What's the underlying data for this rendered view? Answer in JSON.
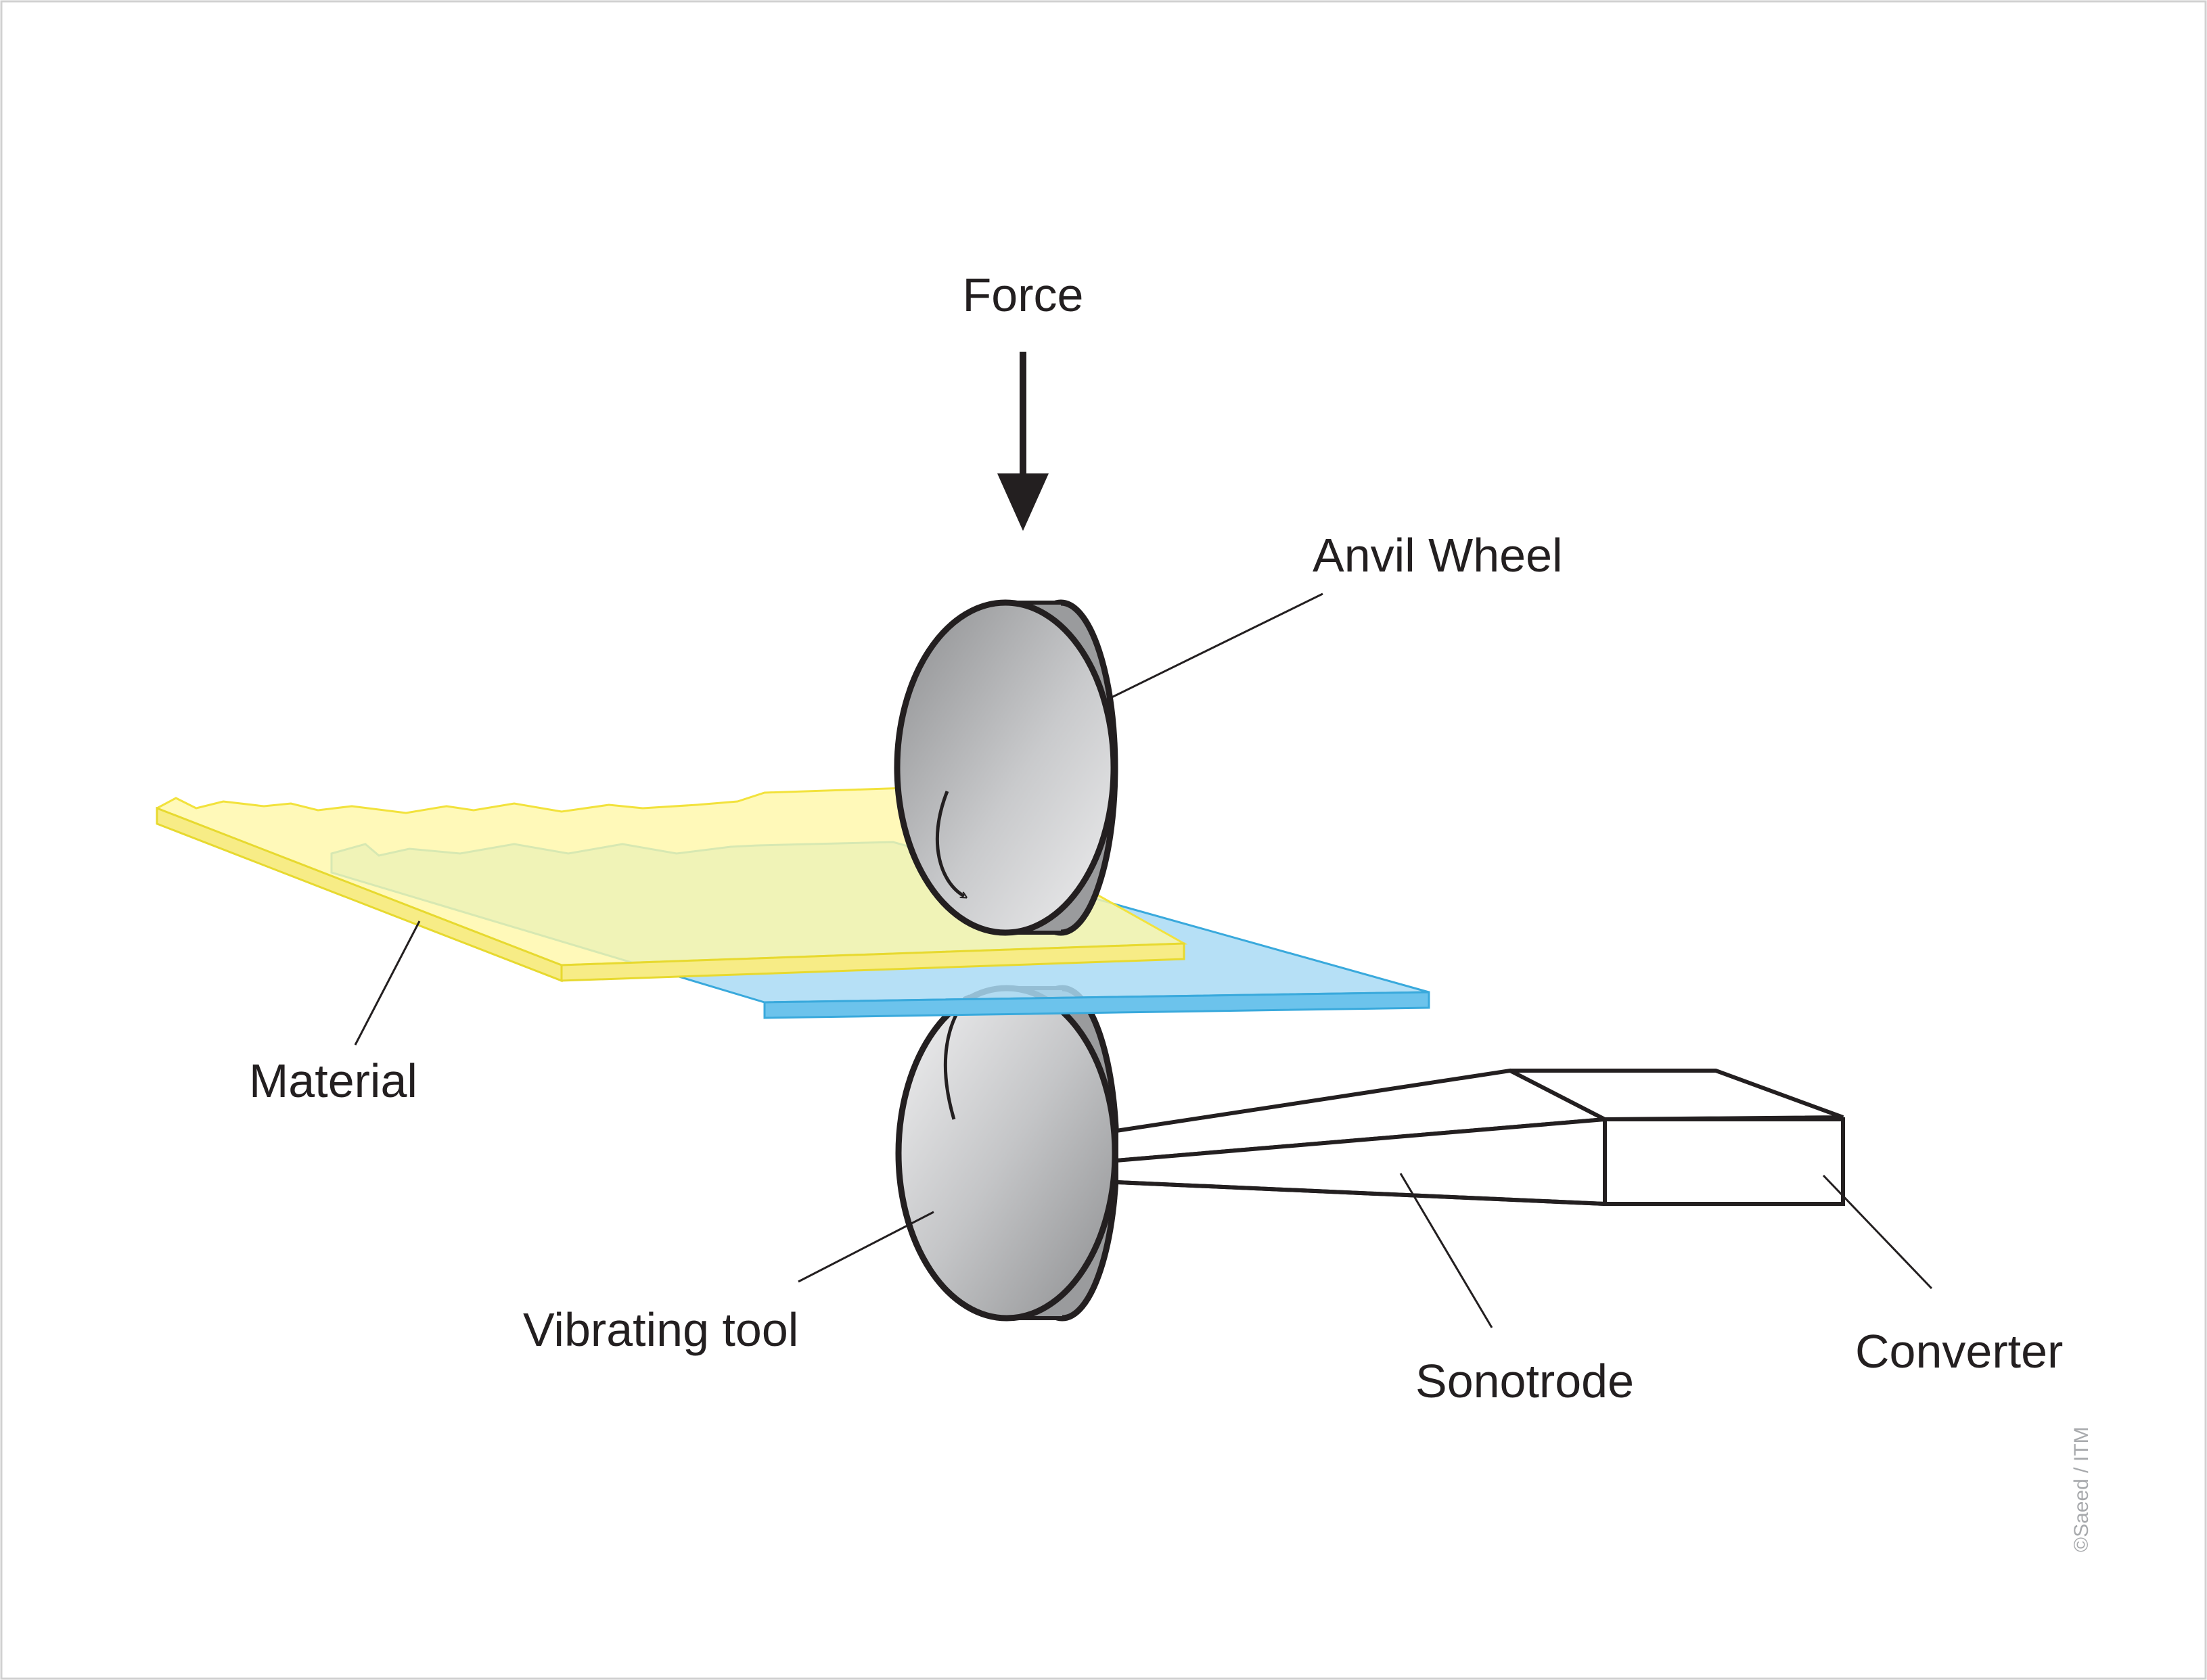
{
  "labels": {
    "force": "Force",
    "anvil_wheel": "Anvil Wheel",
    "material": "Material",
    "vibrating_tool": "Vibrating tool",
    "sonotrode": "Sonotrode",
    "converter": "Converter"
  },
  "copyright": "©Saeed / ITM",
  "colors": {
    "upper_sheet": "#fff59d",
    "lower_sheet": "#9ed4f2",
    "outline": "#231f20",
    "wheel_face": "#b0b1b3",
    "wheel_rim": "#9a9b9d"
  }
}
